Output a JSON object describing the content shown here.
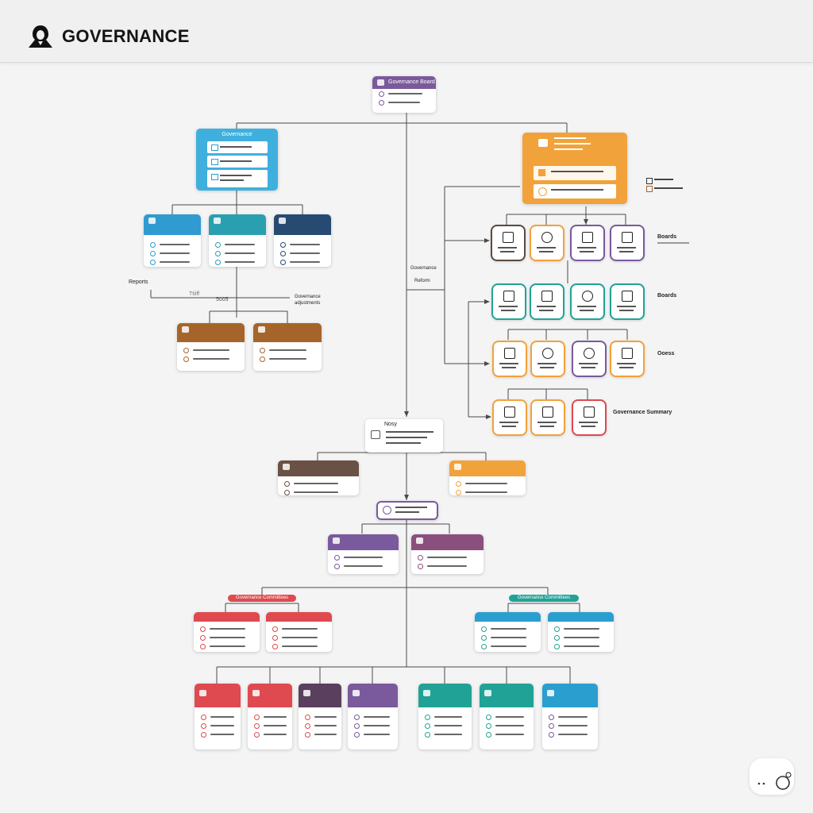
{
  "header": {
    "title": "GOVERNANCE",
    "logo_icon": "hooded-figure-icon"
  },
  "labels": {
    "root_title": "Governance Board",
    "left_branch_title": "Governance",
    "policy_node_title": "Nosy",
    "right_top_label": "Boards",
    "right_row2_label": "Boards",
    "right_row3_label": "Ooess",
    "right_row4_label": "Governance Summary",
    "mid_stem_label_1": "Governance",
    "mid_stem_label_2": "Reform",
    "left_stem_label": "Reports",
    "left_stem_label_2": "Ttiiff",
    "left_stem_label_3": "5005",
    "left_stem_label_4": "Governance adjustments",
    "red_pill": "Governance Committees",
    "teal_pill": "Governance Committees"
  },
  "colors": {
    "purple": "#7a5a9c",
    "blue": "#39a6d3",
    "orange": "#f2a23a",
    "brown": "#a5652a",
    "darkbrown": "#6a5145",
    "navy": "#274a72",
    "red": "#de4a50",
    "teal": "#20a396",
    "sky": "#2a9fcf",
    "line": "#4a4a4a"
  }
}
